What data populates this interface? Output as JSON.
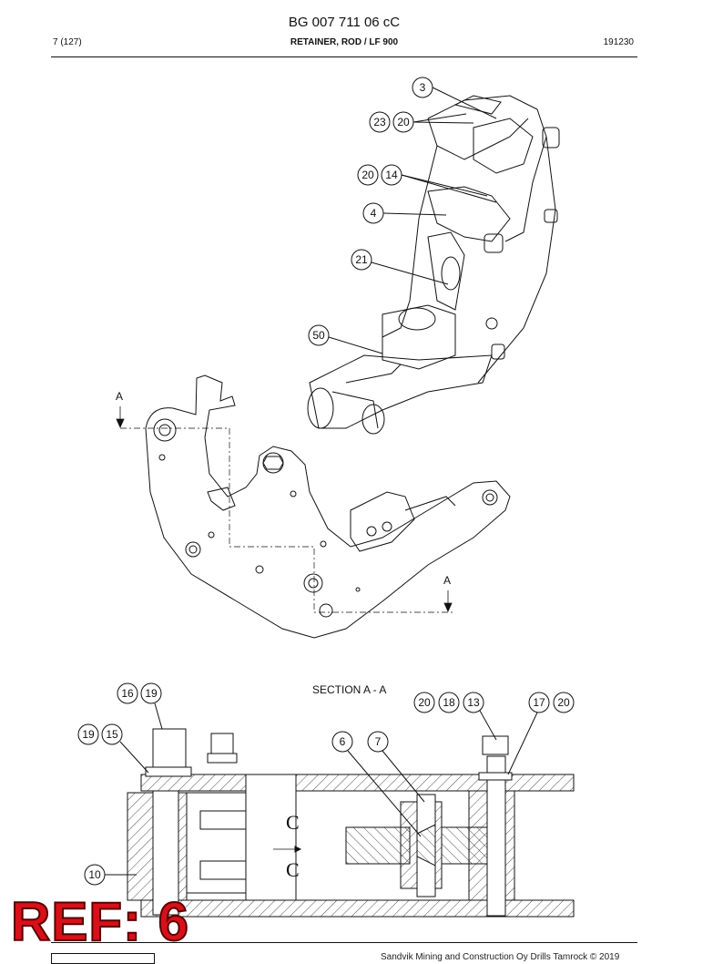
{
  "header": {
    "doc_number": "BG 007 711 06 cC",
    "page": "7 (127)",
    "title": "RETAINER, ROD / LF 900",
    "date": "191230"
  },
  "drawing": {
    "section_letter_top": "A",
    "section_letter_bottom": "A",
    "section_title": "SECTION A - A",
    "balloons": [
      "3",
      "23",
      "20",
      "20",
      "14",
      "4",
      "21",
      "50",
      "16",
      "19",
      "19",
      "15",
      "20",
      "18",
      "13",
      "17",
      "20",
      "6",
      "7",
      "10"
    ]
  },
  "stamp": {
    "text": "REF: 6",
    "color": "#d8101a"
  },
  "footer": {
    "copyright": "Sandvik Mining and Construction Oy Drills Tamrock © 2019"
  }
}
